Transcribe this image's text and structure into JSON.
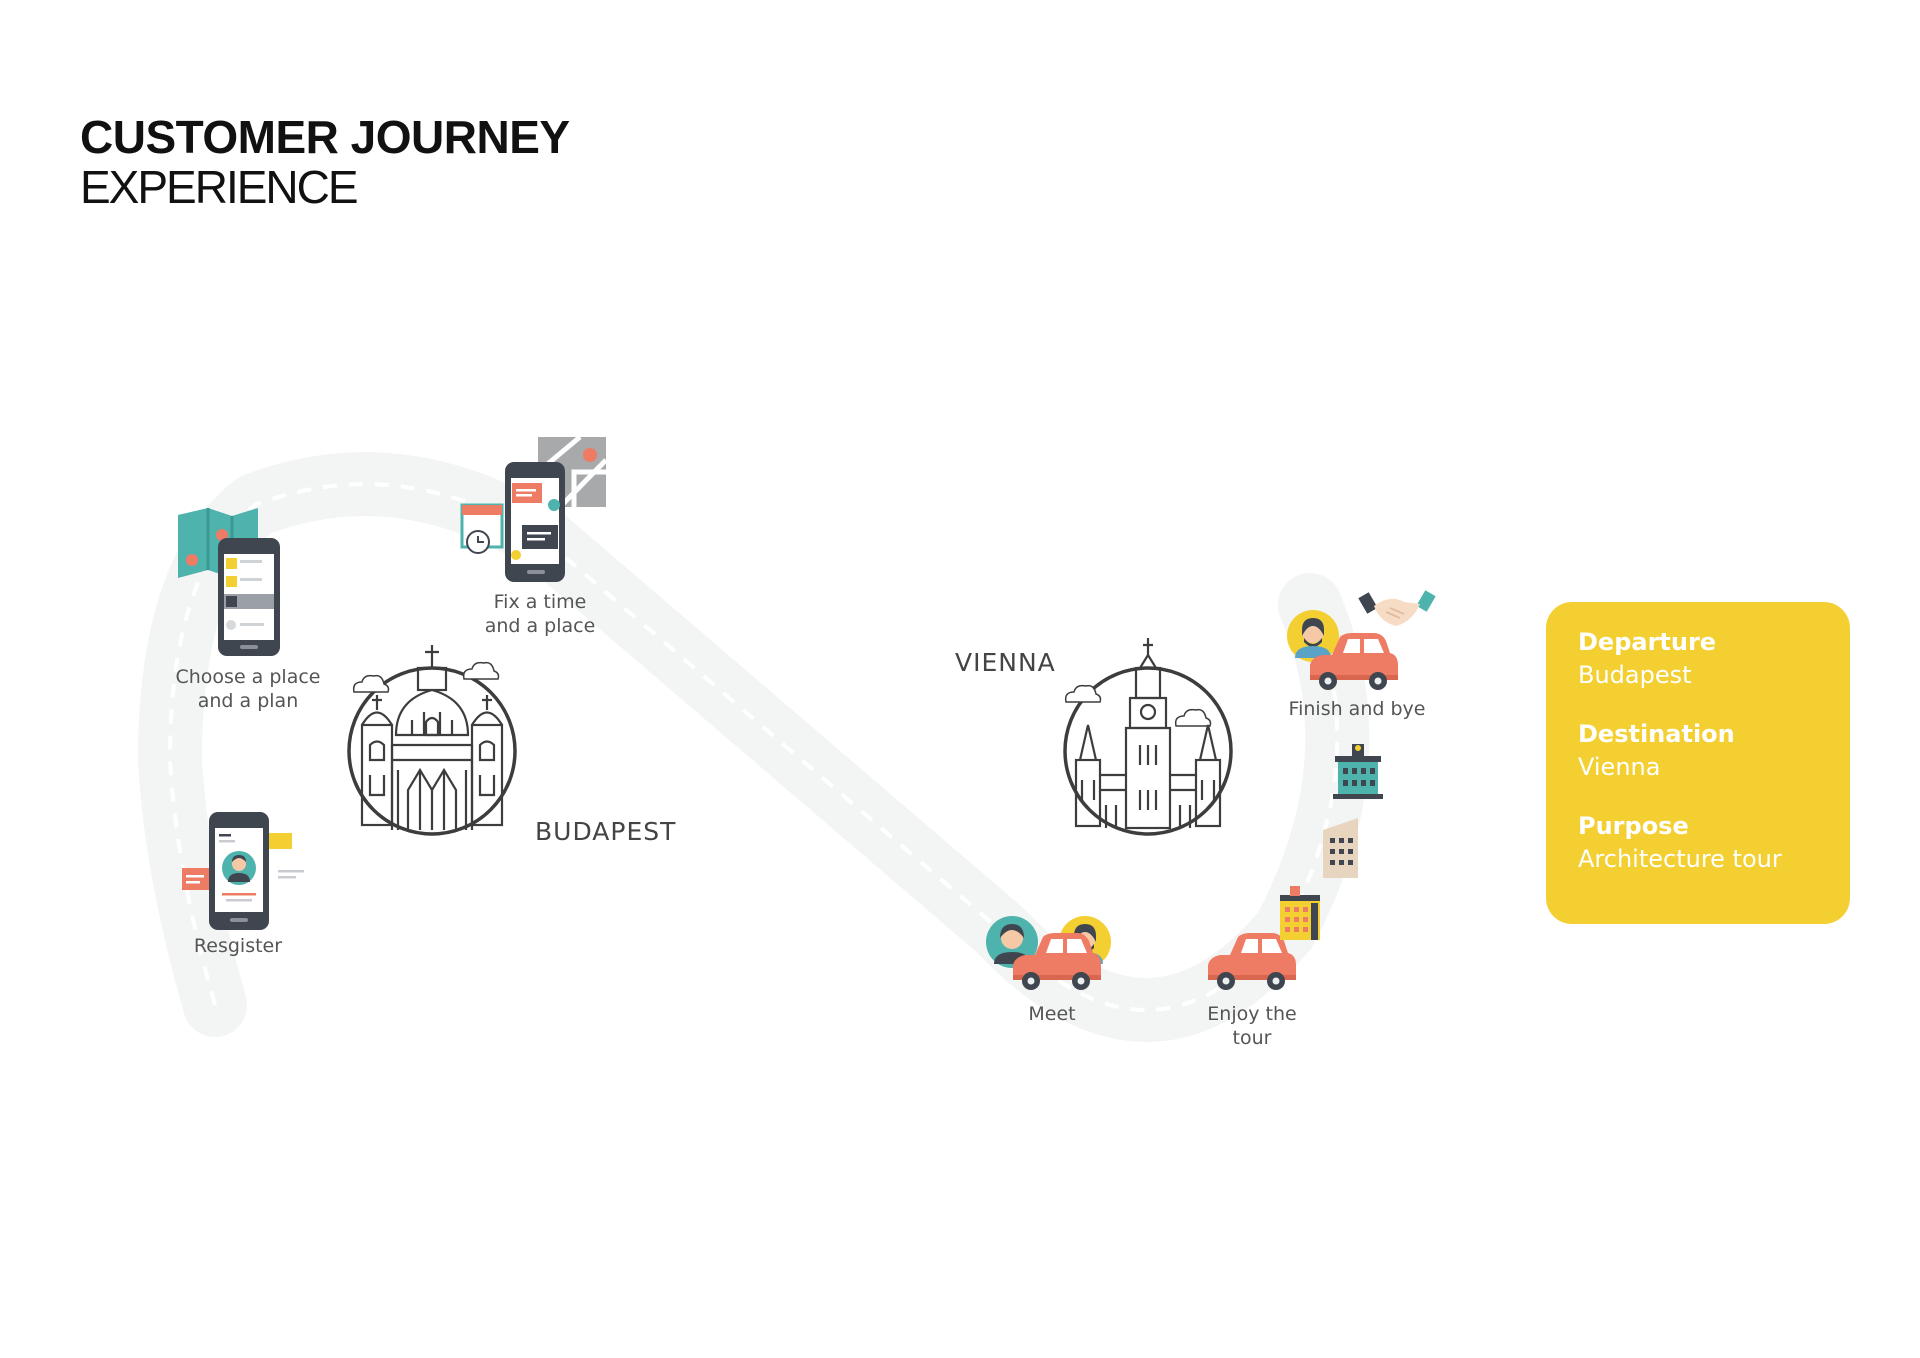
{
  "header": {
    "title": "CUSTOMER JOURNEY",
    "subtitle": "EXPERIENCE"
  },
  "steps": [
    {
      "line1": "Choose a place",
      "line2": "and a plan"
    },
    {
      "line1": "Fix a time",
      "line2": "and a place"
    },
    {
      "line1": "Resgister",
      "line2": ""
    },
    {
      "line1": "Meet",
      "line2": ""
    },
    {
      "line1": "Enjoy the",
      "line2": "tour"
    },
    {
      "line1": "Finish and bye",
      "line2": ""
    }
  ],
  "cities": {
    "origin": "BUDAPEST",
    "destination": "VIENNA"
  },
  "info": {
    "departure_label": "Departure",
    "departure_value": "Budapest",
    "destination_label": "Destination",
    "destination_value": "Vienna",
    "purpose_label": "Purpose",
    "purpose_value": "Architecture tour"
  },
  "colors": {
    "accent_yellow": "#f4cf32",
    "car_coral": "#ee7b63",
    "teal": "#4fb3ad",
    "dark_slate": "#3f4650",
    "road": "#f3f4f4",
    "city_line": "#3d3d3d"
  },
  "icons": {
    "choose": "phone-map-icon",
    "fix": "phone-calendar-map-icon",
    "register": "phone-profile-icon",
    "meet": "car-with-people-icon",
    "tour": "car-icon",
    "finish": "car-handshake-icon",
    "budapest": "basilica-icon",
    "vienna": "city-hall-icon"
  }
}
